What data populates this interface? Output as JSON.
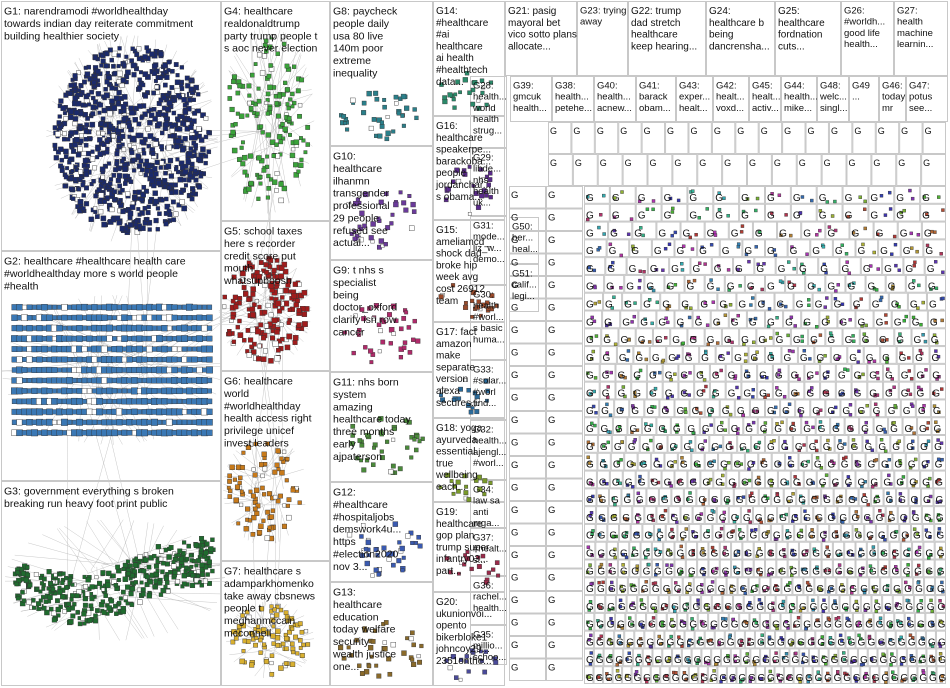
{
  "groups": [
    {
      "id": "G1",
      "lines": [
        "G1: narendramodi #worldhealthday",
        "towards indian day reiterate commitment",
        "building healthier society"
      ],
      "color": "#1b2a6b"
    },
    {
      "id": "G2",
      "lines": [
        "G2: healthcare #healthcare health care",
        "#worldhealthday more s world people",
        "#health"
      ],
      "color": "#3a78b5"
    },
    {
      "id": "G3",
      "lines": [
        "G3: government everything s broken",
        "breaking run heavy foot print public"
      ],
      "color": "#1f6b2e"
    },
    {
      "id": "G4",
      "lines": [
        "G4: healthcare",
        "realdonaldtrump",
        "party trump people t",
        "s aoc never election"
      ],
      "color": "#3aa33a"
    },
    {
      "id": "G5",
      "lines": [
        "G5: school taxes",
        "here s recorder",
        "credit score put",
        "mouth",
        "whatsupboosh"
      ],
      "color": "#a01c1c"
    },
    {
      "id": "G6",
      "lines": [
        "G6: healthcare",
        "world",
        "#worldhealthday",
        "health access right",
        "privilege unicef",
        "invest leaders"
      ],
      "color": "#c87a1a"
    },
    {
      "id": "G7",
      "lines": [
        "G7: healthcare s",
        "adamparkhomenko",
        "take away cbsnews",
        "people t",
        "meghanmccain",
        "mcconnell"
      ],
      "color": "#d9b030"
    },
    {
      "id": "G8",
      "lines": [
        "G8: paycheck",
        "people daily",
        "usa 80 live",
        "140m poor",
        "extreme",
        "inequality"
      ],
      "color": "#2a7f8a"
    },
    {
      "id": "G9",
      "lines": [
        "G9: t nhs s",
        "specialist",
        "being",
        "doctor_oxford",
        "clarify isn row",
        "cancer"
      ],
      "color": "#b02a6a"
    },
    {
      "id": "G10",
      "lines": [
        "G10:",
        "healthcare",
        "ilhanmn",
        "transgender",
        "professional",
        "29 people",
        "refused see",
        "actual..."
      ],
      "color": "#6a3a9a"
    },
    {
      "id": "G11",
      "lines": [
        "G11: nhs born",
        "system",
        "amazing",
        "healthcare today",
        "three months",
        "early",
        "ajpaterson"
      ],
      "color": "#4a8a3a"
    },
    {
      "id": "G12",
      "lines": [
        "G12:",
        "#healthcare",
        "#hospitaljobs",
        "demswork4u...",
        "https",
        "#election2020",
        "nov 3..."
      ],
      "color": "#3a5ab0"
    },
    {
      "id": "G13",
      "lines": [
        "G13:",
        "healthcare",
        "education",
        "today welfare",
        "security",
        "wealth justice",
        "one..."
      ],
      "color": "#8a6a2a"
    },
    {
      "id": "G14",
      "lines": [
        "G14:",
        "#healthcare",
        "#ai",
        "healthcare",
        "ai health",
        "#healthtech",
        "data..."
      ],
      "color": "#2a8a6a"
    },
    {
      "id": "G15",
      "lines": [
        "G15:",
        "ameliamcd_",
        "shock dad",
        "broke hip",
        "week avg",
        "cost 26912",
        "team"
      ],
      "color": "#9a4a2a"
    },
    {
      "id": "G16",
      "lines": [
        "G16:",
        "healthcare",
        "speakerpe...",
        "barackoba...",
        "people",
        "jordanchar...",
        "s obama..."
      ],
      "color": "#5a2a8a"
    },
    {
      "id": "G17",
      "lines": [
        "G17: fact",
        "amazon",
        "make",
        "separate",
        "version",
        "alexa",
        "secures..."
      ],
      "color": "#2a6a9a"
    },
    {
      "id": "G18",
      "lines": [
        "G18: yoga",
        "ayurveda",
        "essential",
        "true",
        "wellbeing",
        "each..."
      ],
      "color": "#7a9a2a"
    },
    {
      "id": "G19",
      "lines": [
        "G19:",
        "healthcare",
        "gop plan",
        "trump super",
        "infantry03...",
        "part..."
      ],
      "color": "#9a2a4a"
    },
    {
      "id": "G20",
      "lines": [
        "G20:",
        "ukunionvoi...",
        "opento",
        "bikerbloke1",
        "johncoy29...",
        "2351onthe..."
      ],
      "color": "#4a4a9a"
    },
    {
      "id": "G21",
      "lines": [
        "G21: pasig",
        "mayoral bet",
        "vico sotto plans",
        "allocate..."
      ],
      "color": "#c05a8a"
    },
    {
      "id": "G22",
      "lines": [
        "G22: trump",
        "dad stretch",
        "healthcare",
        "keep hearing..."
      ],
      "color": "#8a8a2a"
    },
    {
      "id": "G23",
      "lines": [
        "G23: trying",
        "away"
      ],
      "color": "#5a9a5a"
    },
    {
      "id": "G24",
      "lines": [
        "G24:",
        "healthcare b",
        "being",
        "dancrensha..."
      ],
      "color": "#3a7a9a"
    },
    {
      "id": "G25",
      "lines": [
        "G25:",
        "healthcare",
        "fordnation",
        "cuts..."
      ],
      "color": "#9a5a3a"
    },
    {
      "id": "G26",
      "lines": [
        "G26:",
        "#worldh...",
        "good life",
        "health..."
      ],
      "color": "#6a6a9a"
    },
    {
      "id": "G27",
      "lines": [
        "G27:",
        "health",
        "machine",
        "learnin..."
      ],
      "color": "#2a9a9a"
    },
    {
      "id": "G28",
      "lines": [
        "G28:",
        "health...",
        "world",
        "health",
        "strug..."
      ],
      "color": "#8a3a6a"
    },
    {
      "id": "G29",
      "lines": [
        "G29:",
        "libde...",
        "nhs",
        "health",
        "uk..."
      ],
      "color": "#3a6a3a"
    },
    {
      "id": "G30",
      "lines": [
        "G30:",
        "health",
        "#worl...",
        "s basic",
        "huma..."
      ],
      "color": "#6a3a3a"
    },
    {
      "id": "G31",
      "lines": [
        "G31:",
        "mode...",
        "liz_w...",
        "demo..."
      ],
      "color": "#3a3a8a"
    },
    {
      "id": "G32",
      "lines": [
        "G32:",
        "health...",
        "ajengl...",
        "#worl..."
      ],
      "color": "#8a6a8a"
    },
    {
      "id": "G33",
      "lines": [
        "G33:",
        "#solar...",
        "#worl",
        "find..."
      ],
      "color": "#9a7a2a"
    },
    {
      "id": "G34",
      "lines": [
        "G34:",
        "law sa",
        "anti",
        "mga..."
      ],
      "color": "#4a7a6a"
    },
    {
      "id": "G35",
      "lines": [
        "G35:",
        "millio...",
        "schoo..."
      ],
      "color": "#7a4a9a"
    },
    {
      "id": "G36",
      "lines": [
        "G36:",
        "rachel...",
        "health..."
      ],
      "color": "#9a3a3a"
    },
    {
      "id": "G37",
      "lines": [
        "G37:",
        "#healt...",
        "s..."
      ],
      "color": "#3a8a4a"
    },
    {
      "id": "G38",
      "lines": [
        "G38:",
        "health...",
        "petehe..."
      ],
      "color": "#5a5a2a"
    },
    {
      "id": "G39",
      "lines": [
        "G39:",
        "gmcuk",
        "health..."
      ],
      "color": "#2a5a8a"
    },
    {
      "id": "G40",
      "lines": [
        "G40:",
        "health...",
        "acnew..."
      ],
      "color": "#8a2a8a"
    },
    {
      "id": "G41",
      "lines": [
        "G41:",
        "barack",
        "obam..."
      ],
      "color": "#6a8a3a"
    },
    {
      "id": "G42",
      "lines": [
        "G42:",
        "healt...",
        "voxd..."
      ],
      "color": "#3a4a7a"
    },
    {
      "id": "G43",
      "lines": [
        "G43:",
        "exper...",
        "healt..."
      ],
      "color": "#9a6a5a"
    },
    {
      "id": "G44",
      "lines": [
        "G44:",
        "health...",
        "mike..."
      ],
      "color": "#4a9a7a"
    },
    {
      "id": "G45",
      "lines": [
        "G45:",
        "healt...",
        "activ..."
      ],
      "color": "#7a3a5a"
    },
    {
      "id": "G46",
      "lines": [
        "G46:",
        "today",
        "mr"
      ],
      "color": "#5a7a9a"
    },
    {
      "id": "G47",
      "lines": [
        "G47:",
        "potus",
        "see..."
      ],
      "color": "#9a9a4a"
    },
    {
      "id": "G48",
      "lines": [
        "G48:",
        "welc...",
        "singl..."
      ],
      "color": "#3a6a8a"
    },
    {
      "id": "G49",
      "lines": [
        "G49",
        "..."
      ],
      "color": "#8a4a4a"
    },
    {
      "id": "G50",
      "lines": [
        "G50:",
        "ber...",
        "heal..."
      ],
      "color": "#4a8a8a"
    },
    {
      "id": "G51",
      "lines": [
        "G51:",
        "calif...",
        "legi..."
      ],
      "color": "#7a7a3a"
    }
  ],
  "grid_label": "G"
}
